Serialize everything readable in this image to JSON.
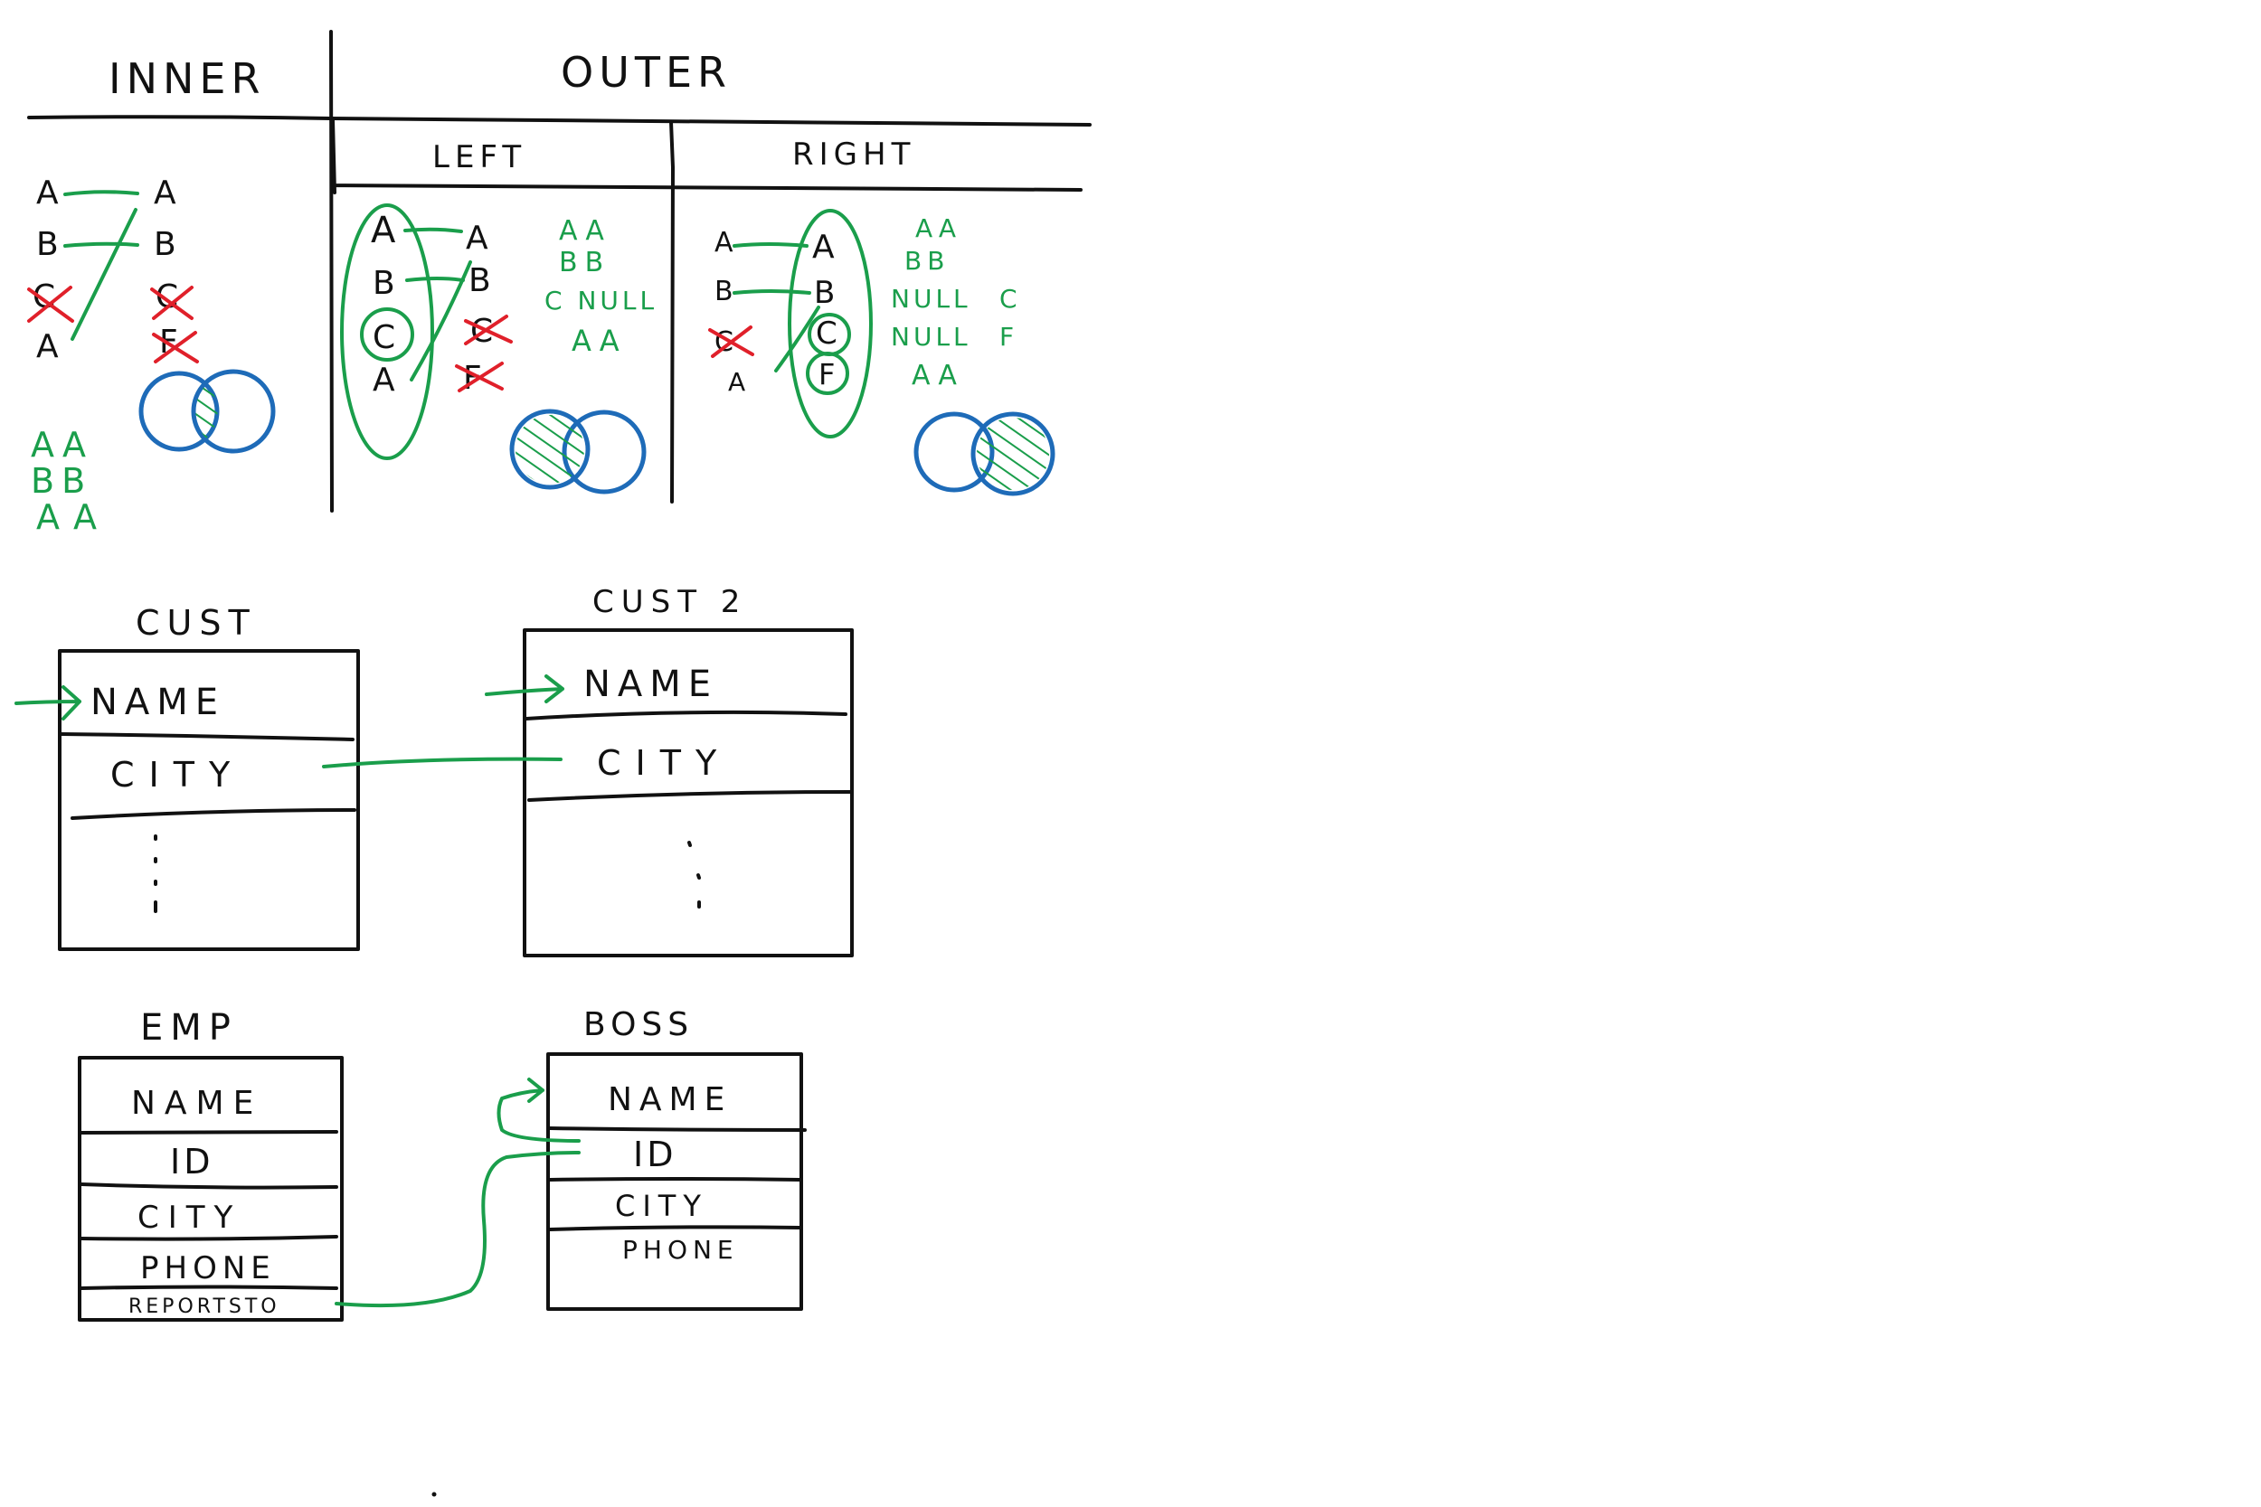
{
  "colors": {
    "ink": "#111111",
    "green": "#1a9e4b",
    "blue": "#1e6bb8",
    "red": "#e0202a"
  },
  "join_sketch": {
    "headers": {
      "inner": "INNER",
      "outer": "OUTER",
      "left": "LEFT",
      "right": "RIGHT"
    },
    "inner": {
      "left_keys": [
        "A",
        "B",
        "C",
        "A"
      ],
      "right_keys": [
        "A",
        "B",
        "C",
        "F"
      ],
      "results": [
        "AA",
        "BB",
        "AA"
      ]
    },
    "left": {
      "left_keys": [
        "A",
        "B",
        "C",
        "A"
      ],
      "right_keys": [
        "A",
        "B",
        "C",
        "F"
      ],
      "results": [
        "AA",
        "BB",
        "C NULL",
        "AA"
      ]
    },
    "right": {
      "left_keys": [
        "A",
        "B",
        "C",
        "A"
      ],
      "right_keys": [
        "A",
        "B",
        "C",
        "F"
      ],
      "results": [
        {
          "l": "AA",
          "r": ""
        },
        {
          "l": "BB",
          "r": ""
        },
        {
          "l": "NULL",
          "r": "C"
        },
        {
          "l": "NULL",
          "r": "F"
        },
        {
          "l": "AA",
          "r": ""
        }
      ]
    }
  },
  "tables": {
    "cust": {
      "title": "CUST",
      "fields": [
        "NAME",
        "CITY"
      ]
    },
    "cust2": {
      "title": "CUST 2",
      "fields": [
        "NAME",
        "CITY"
      ]
    },
    "emp": {
      "title": "EMP",
      "fields": [
        "NAME",
        "ID",
        "CITY",
        "PHONE",
        "REPORTSTO"
      ]
    },
    "boss": {
      "title": "BOSS",
      "fields": [
        "NAME",
        "ID",
        "CITY",
        "PHONE"
      ]
    }
  }
}
